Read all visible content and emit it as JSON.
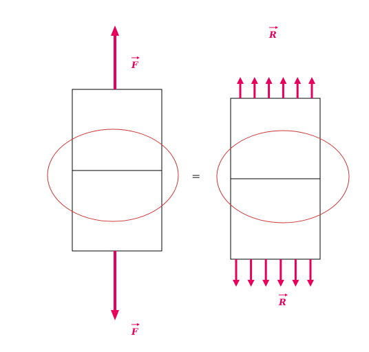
{
  "diagram": {
    "left_body": {
      "force_top_label": "F",
      "force_bottom_label": "F"
    },
    "equals_sign": "=",
    "right_body": {
      "force_top_label": "R",
      "force_bottom_label": "R",
      "arrows_top_count": 6,
      "arrows_bottom_count": 6
    }
  },
  "colors": {
    "force_arrow": "#e6005c",
    "ellipse": "#cc3333",
    "outline": "#000000",
    "background": "#ffffff"
  }
}
